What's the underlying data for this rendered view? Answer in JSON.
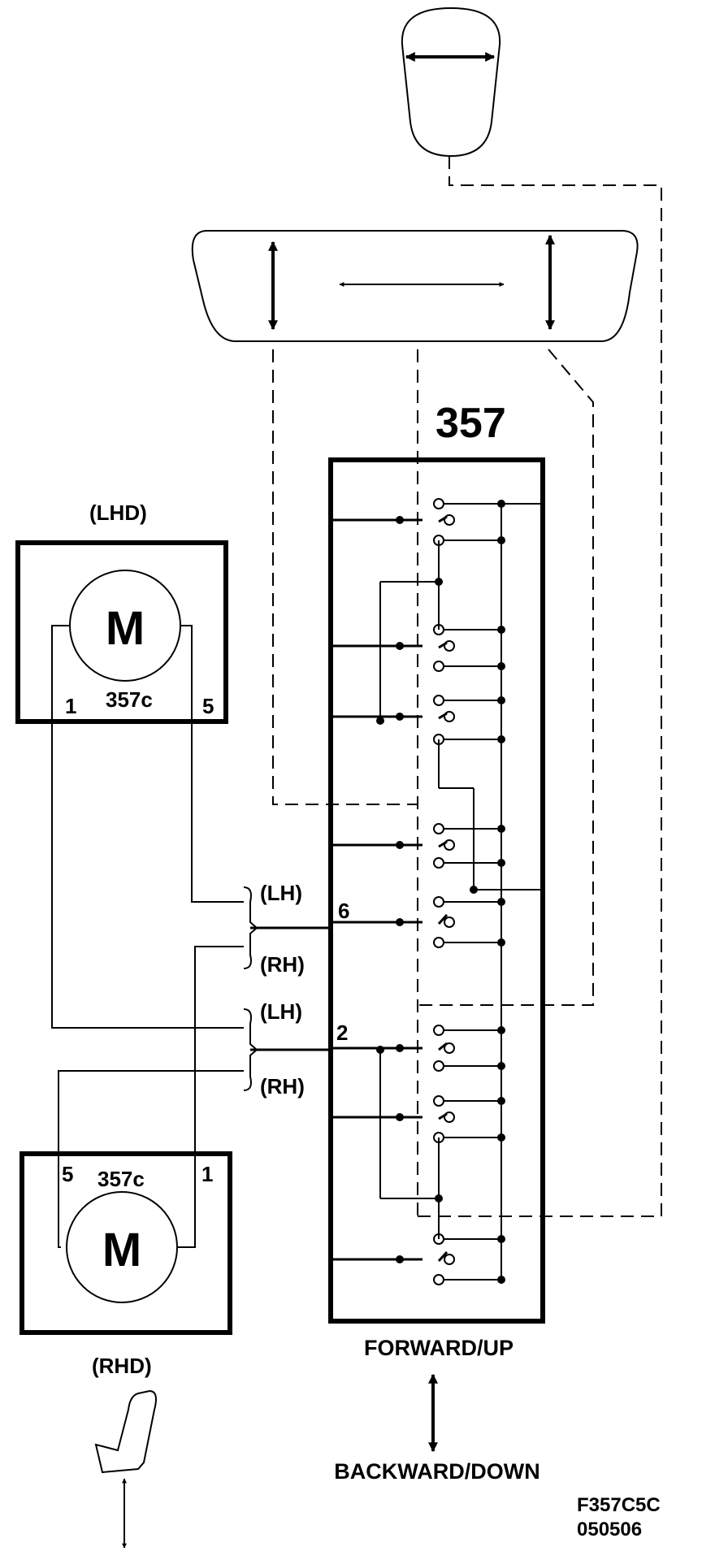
{
  "switch": {
    "label": "357",
    "forward_label": "FORWARD/UP",
    "backward_label": "BACKWARD/DOWN"
  },
  "motor_lhd": {
    "heading": "(LHD)",
    "symbol": "M",
    "label": "357c",
    "pin_left": "1",
    "pin_right": "5"
  },
  "motor_rhd": {
    "heading": "(RHD)",
    "symbol": "M",
    "label": "357c",
    "pin_left": "5",
    "pin_right": "1"
  },
  "connector_upper": {
    "lh_label": "(LH)",
    "rh_label": "(RH)",
    "pin": "6"
  },
  "connector_lower": {
    "lh_label": "(LH)",
    "rh_label": "(RH)",
    "pin": "2"
  },
  "footer": {
    "code": "F357C5C",
    "date": "050506"
  }
}
